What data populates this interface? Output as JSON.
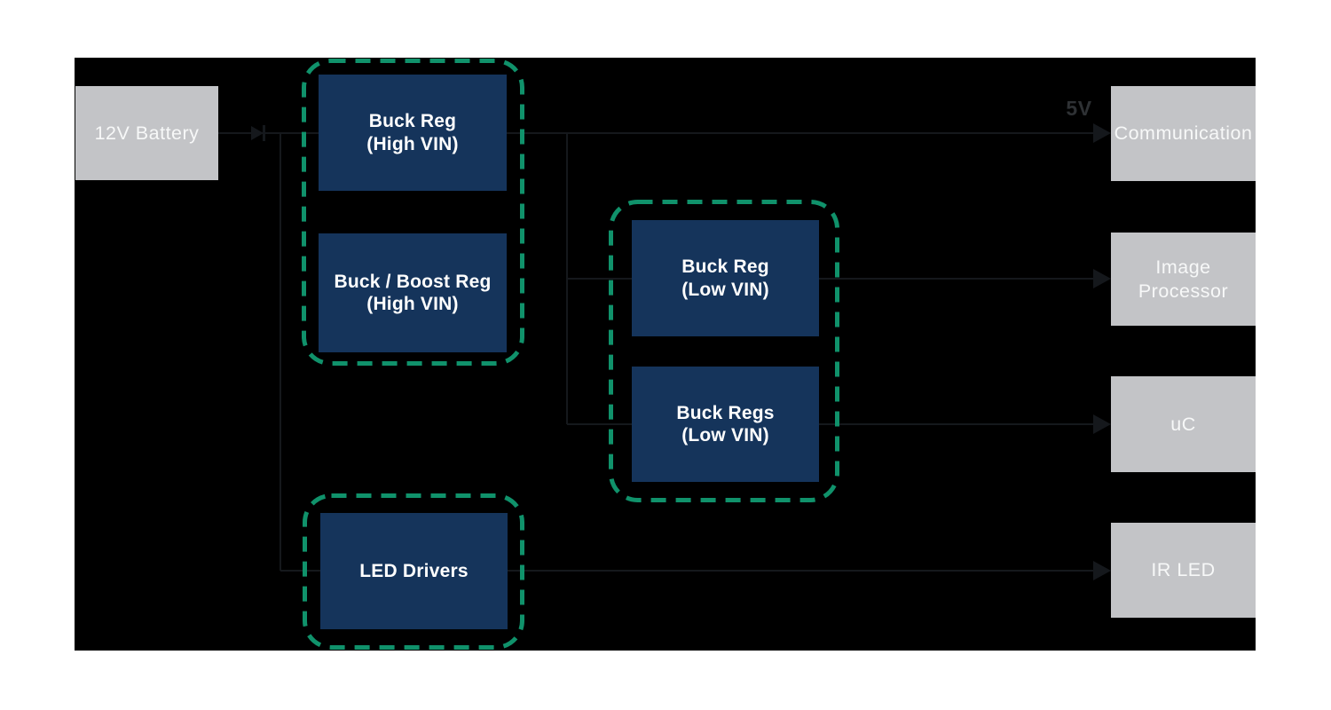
{
  "theme": {
    "page_bg": "#ffffff",
    "canvas_bg": "#000000",
    "line_color": "#15181c",
    "accent_green": "#10926b",
    "block_navy": "#15345b",
    "block_gray": "#c3c4c7",
    "navy_text": "#ffffff",
    "gray_text": "#f7f8f8",
    "voltage_text": "#2e3134"
  },
  "diagram": {
    "source_block": {
      "label": "12V Battery"
    },
    "regulator_groups": {
      "high_vin": {
        "blocks": [
          {
            "label": "Buck Reg\n(High VIN)"
          },
          {
            "label": "Buck / Boost Reg\n(High VIN)"
          }
        ]
      },
      "low_vin": {
        "blocks": [
          {
            "label": "Buck Reg\n(Low VIN)"
          },
          {
            "label": "Buck Regs\n(Low VIN)"
          }
        ]
      },
      "led": {
        "blocks": [
          {
            "label": "LED Drivers"
          }
        ]
      }
    },
    "load_blocks": [
      {
        "label": "Communication"
      },
      {
        "label": "Image\nProcessor"
      },
      {
        "label": "uC"
      },
      {
        "label": "IR LED"
      }
    ],
    "annotations": {
      "rail_label": "5V"
    }
  }
}
